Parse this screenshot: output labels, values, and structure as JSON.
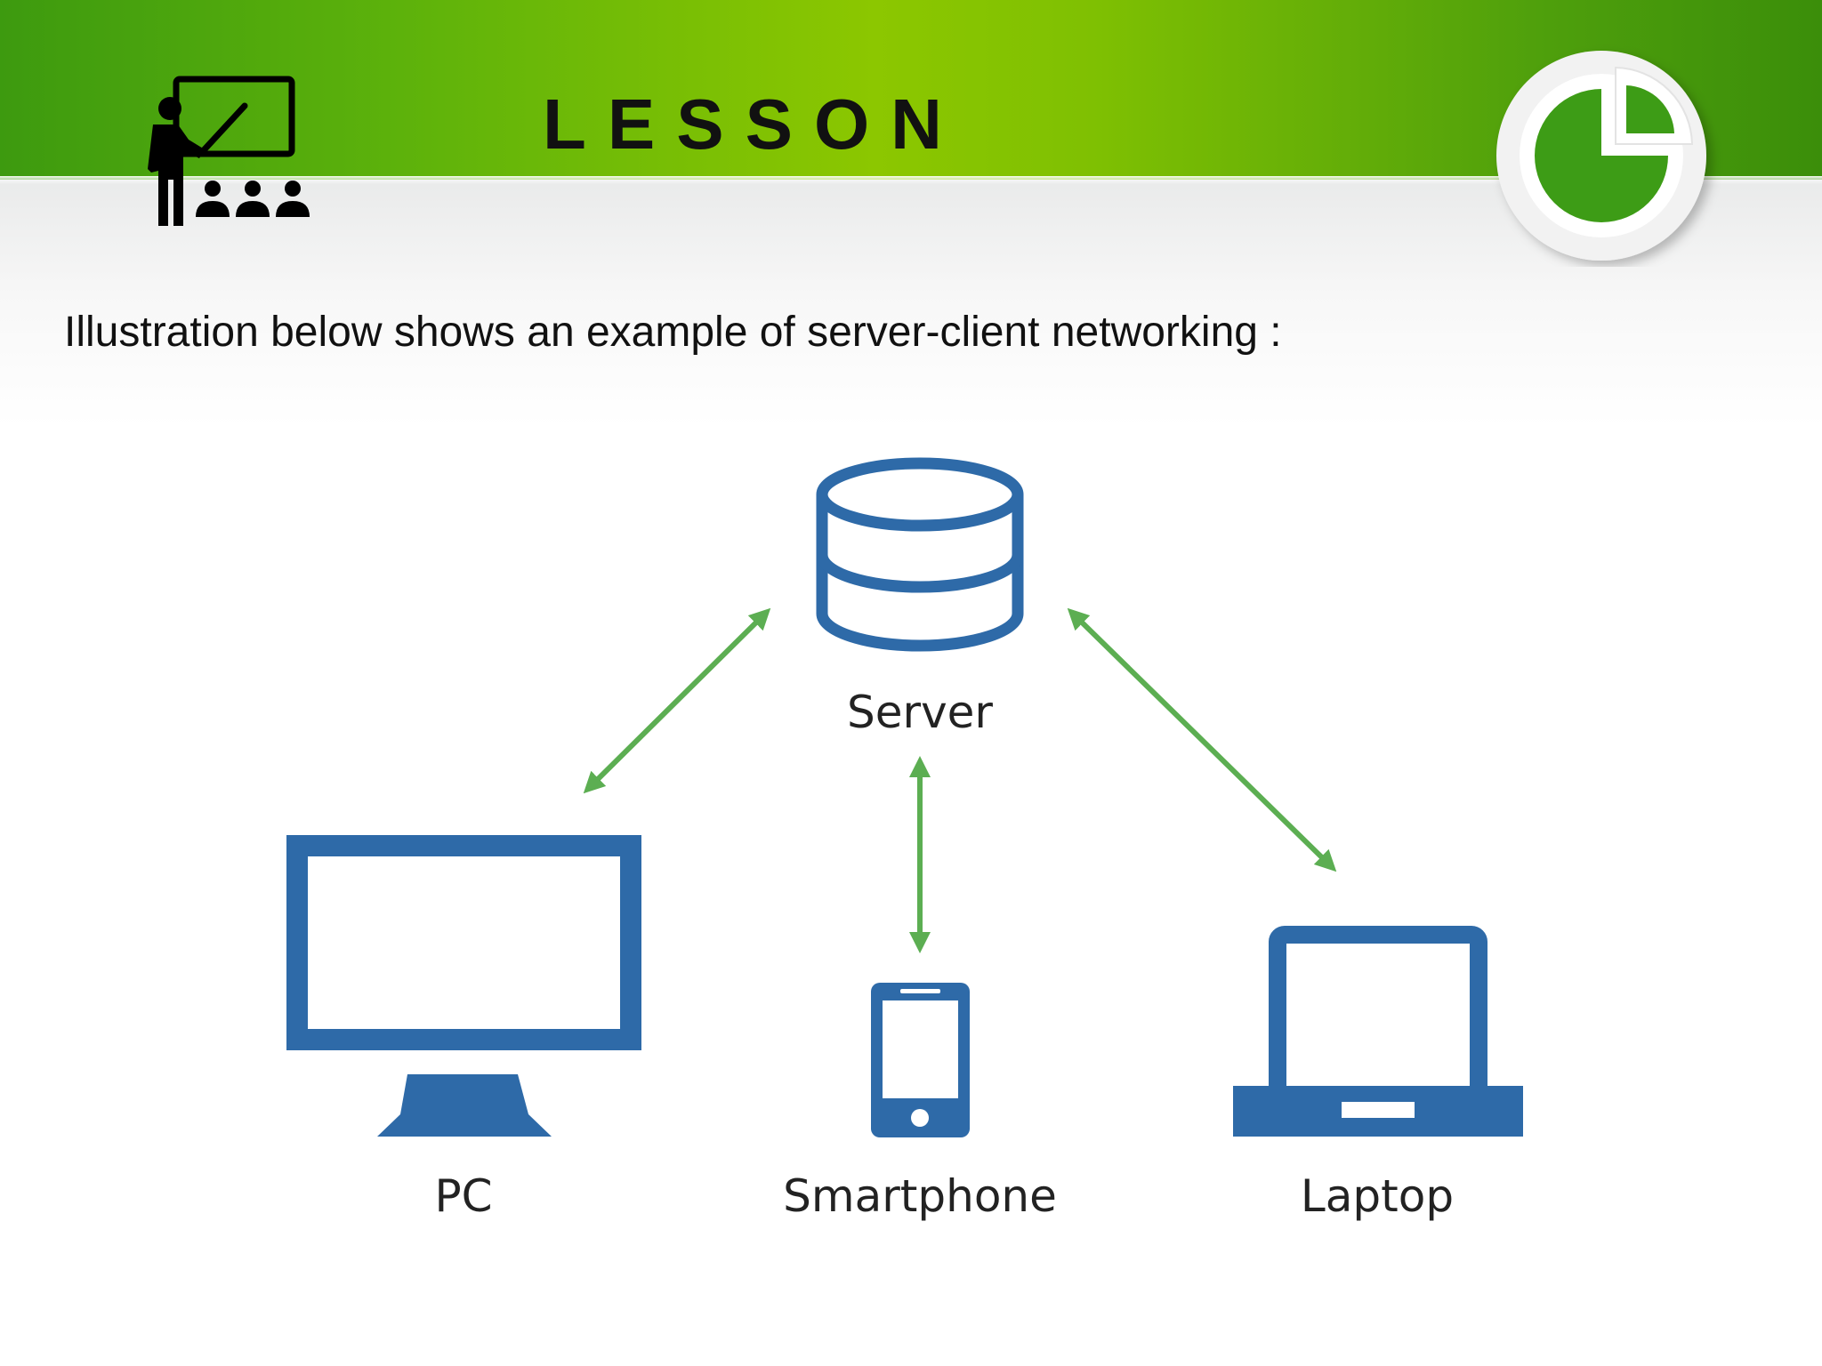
{
  "header": {
    "title": "LESSON"
  },
  "intro": {
    "text": "Illustration below shows an example of server-client networking :"
  },
  "diagram": {
    "nodes": {
      "server": {
        "label": "Server",
        "icon": "database-server-icon"
      },
      "pc": {
        "label": "PC",
        "icon": "desktop-monitor-icon"
      },
      "smartphone": {
        "label": "Smartphone",
        "icon": "smartphone-icon"
      },
      "laptop": {
        "label": "Laptop",
        "icon": "laptop-icon"
      }
    },
    "edges": [
      {
        "from": "server",
        "to": "pc",
        "direction": "bidirectional"
      },
      {
        "from": "server",
        "to": "smartphone",
        "direction": "bidirectional"
      },
      {
        "from": "server",
        "to": "laptop",
        "direction": "bidirectional"
      }
    ]
  },
  "colors": {
    "header_green": "#8cc700",
    "device_blue": "#2e6aa8",
    "arrow_green": "#5cae52",
    "text": "#111111"
  }
}
